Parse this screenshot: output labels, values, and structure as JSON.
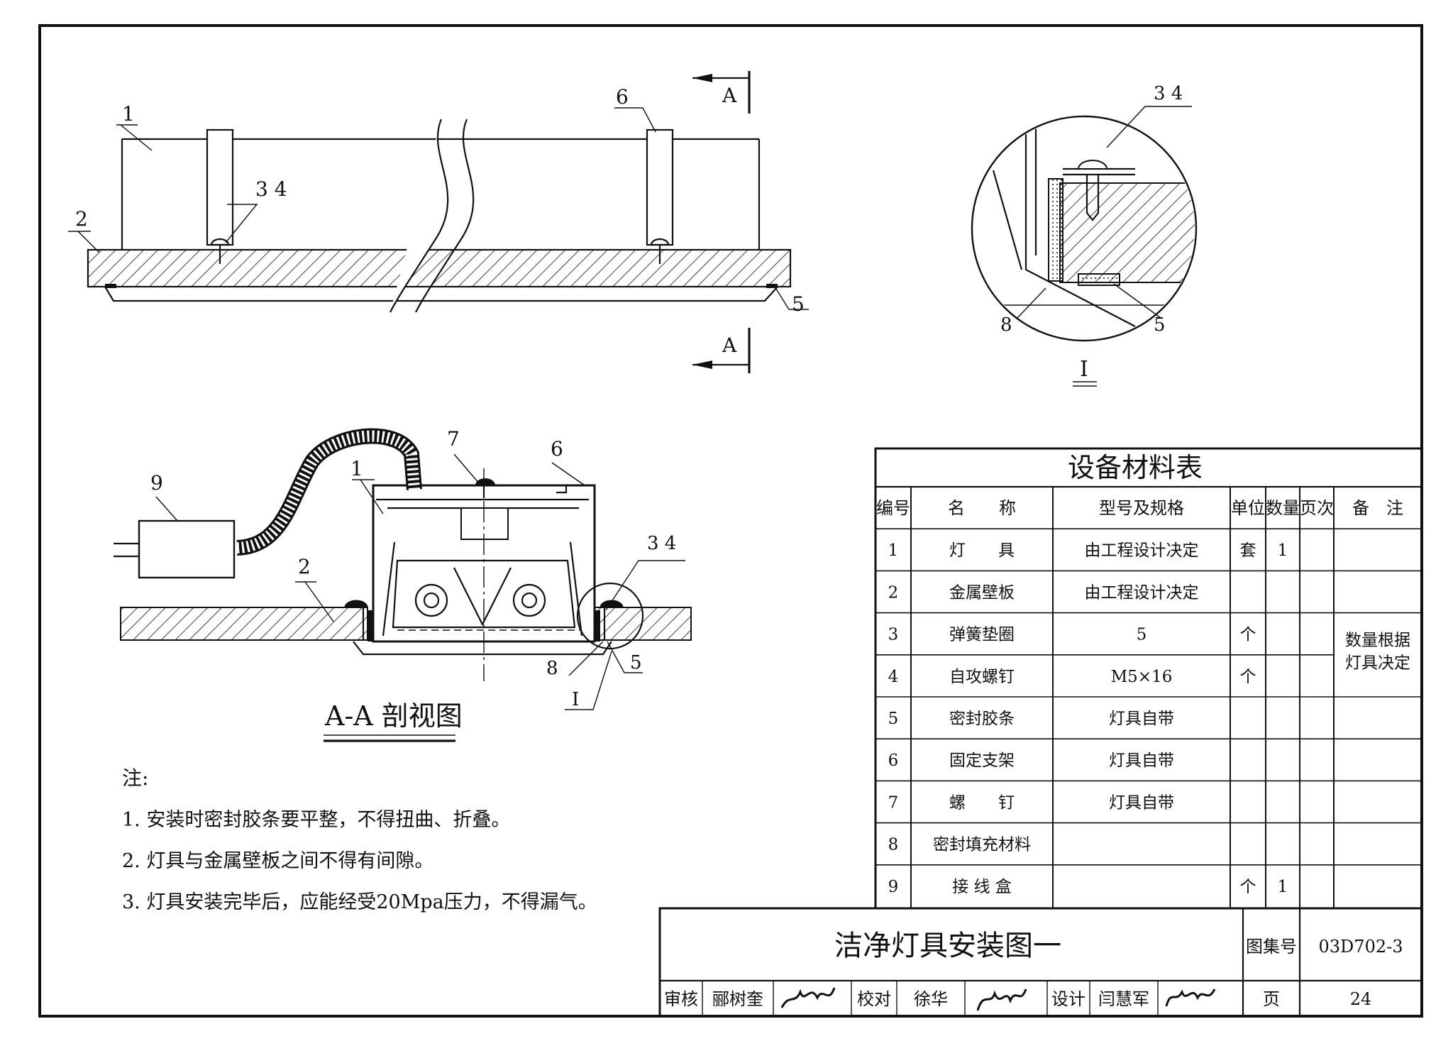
{
  "labels": {
    "top_1": "1",
    "top_2": "2",
    "top_34": "3 4",
    "top_5": "5",
    "top_6": "6",
    "sec_a_top": "A",
    "sec_a_bottom": "A",
    "detail_34": "3 4",
    "detail_8": "8",
    "detail_5": "5",
    "detail_id": "I",
    "aa_1": "1",
    "aa_2": "2",
    "aa_34": "3 4",
    "aa_5": "5",
    "aa_6": "6",
    "aa_7": "7",
    "aa_8": "8",
    "aa_9": "9",
    "aa_I": "I"
  },
  "section_title": "A-A 剖视图",
  "notes": {
    "heading": "注:",
    "items": [
      "1. 安装时密封胶条要平整，不得扭曲、折叠。",
      "2. 灯具与金属壁板之间不得有间隙。",
      "3. 灯具安装完毕后，应能经受20Mpa压力，不得漏气。"
    ]
  },
  "table": {
    "title": "设备材料表",
    "headers": [
      "编号",
      "名　　称",
      "型号及规格",
      "单位",
      "数量",
      "页次",
      "备　注"
    ],
    "rows": [
      [
        "1",
        "灯　　具",
        "由工程设计决定",
        "套",
        "1",
        ""
      ],
      [
        "2",
        "金属壁板",
        "由工程设计决定",
        "",
        "",
        ""
      ],
      [
        "3",
        "弹簧垫圈",
        "5",
        "个",
        "",
        ""
      ],
      [
        "4",
        "自攻螺钉",
        "M5×16",
        "个",
        "",
        ""
      ],
      [
        "5",
        "密封胶条",
        "灯具自带",
        "",
        "",
        ""
      ],
      [
        "6",
        "固定支架",
        "灯具自带",
        "",
        "",
        ""
      ],
      [
        "7",
        "螺　　钉",
        "灯具自带",
        "",
        "",
        ""
      ],
      [
        "8",
        "密封填充材料",
        "",
        "",
        "",
        ""
      ],
      [
        "9",
        "接 线 盒",
        "",
        "个",
        "1",
        ""
      ]
    ],
    "remark": [
      "数量根据",
      "灯具决定"
    ]
  },
  "title_block": {
    "drawing_title": "洁净灯具安装图一",
    "atlas_label": "图集号",
    "atlas_no": "03D702-3",
    "review_label": "审核",
    "reviewer": "郦树奎",
    "check_label": "校对",
    "checker": "徐华",
    "design_label": "设计",
    "designer": "闫慧军",
    "page_label": "页",
    "page_no": "24"
  }
}
